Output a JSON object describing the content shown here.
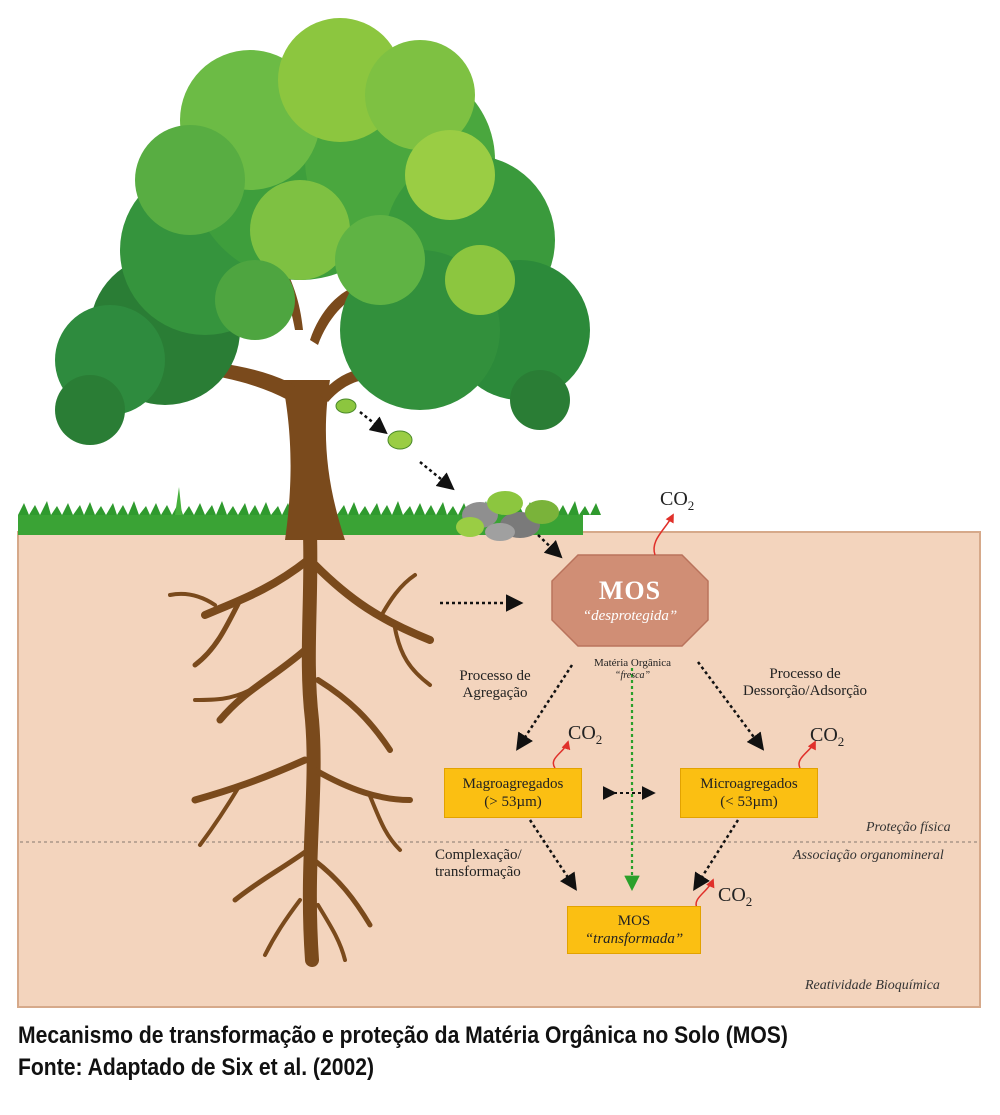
{
  "diagram": {
    "mos_unprotected": {
      "title": "MOS",
      "subtitle": "“desprotegida”"
    },
    "fresh_om": {
      "line1": "Matéria Orgânica",
      "line2": "“fresca”"
    },
    "process_aggregation": {
      "line1": "Processo de",
      "line2": "Agregação"
    },
    "process_desorption": {
      "line1": "Processo de",
      "line2": "Dessorção/Adsorção"
    },
    "macro": {
      "line1": "Magroagregados",
      "line2": "(> 53µm)"
    },
    "micro": {
      "line1": "Microagregados",
      "line2": "(< 53µm)"
    },
    "complexation": {
      "line1": "Complexação/",
      "line2": "transformação"
    },
    "mos_transformed": {
      "title": "MOS",
      "subtitle": "“transformada”"
    },
    "co2_label": "CO",
    "co2_subscript": "2",
    "zone_physical": "Proteção física",
    "zone_organomineral": "Associação organomineral",
    "zone_biochemical": "Reatividade Bioquímica",
    "colors": {
      "soil": "#f3d4bd",
      "soil_border": "#d6a98a",
      "mos_octagon": "#d08e75",
      "box_fill": "#fbbf12",
      "trunk": "#7a4a1c",
      "foliage_dark": "#2e8b3e",
      "foliage_light": "#8cc63f",
      "grass": "#3aa335",
      "green_arrow": "#2aa02a",
      "co2_arrow": "#e0302a"
    }
  },
  "caption": {
    "line1": "Mecanismo de transformação e proteção da Matéria Orgânica no Solo (MOS)",
    "line2": "Fonte: Adaptado de Six et al. (2002)"
  }
}
